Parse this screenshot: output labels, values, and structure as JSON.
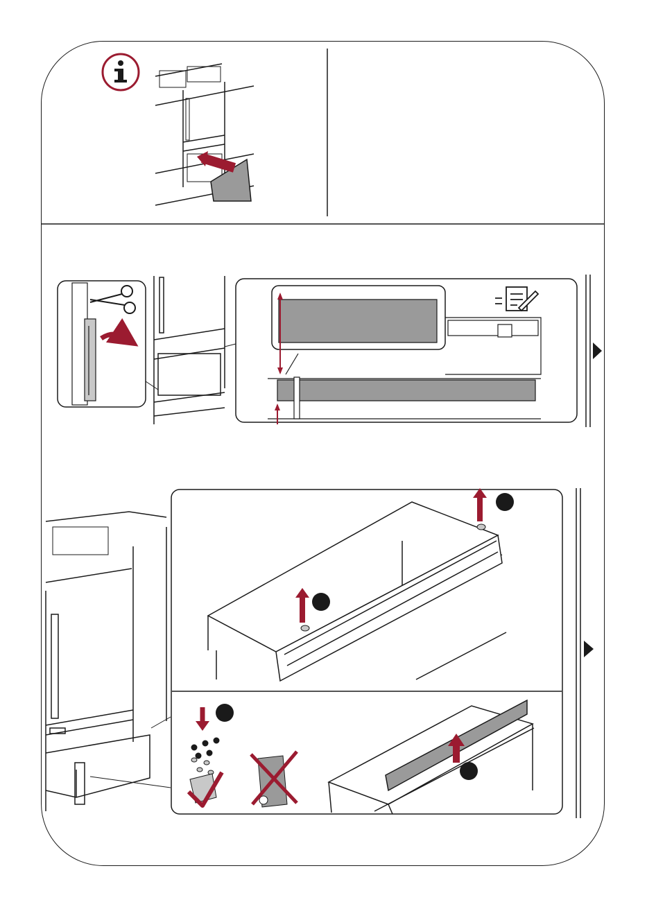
{
  "page": {
    "sections": [
      {
        "id": "info",
        "icon": "info-icon"
      },
      {
        "id": "step-measure",
        "icons": [
          "scissors-icon",
          "notepad-icon",
          "next-arrow-icon"
        ]
      },
      {
        "id": "step-drawer",
        "icons": [
          "bag-check-icon",
          "trash-crossed-icon",
          "next-arrow-icon"
        ]
      }
    ]
  },
  "colors": {
    "accent": "#9b1b30",
    "line": "#1a1a1a",
    "panel_gray": "#9a9a9a",
    "light_gray": "#c8c8c8"
  }
}
